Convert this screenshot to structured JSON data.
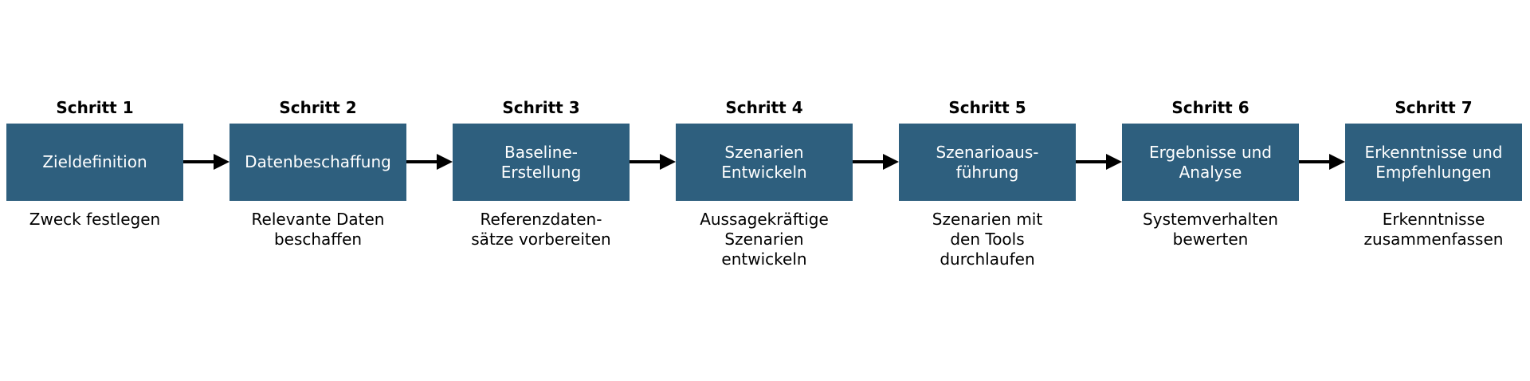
{
  "colors": {
    "box_fill": "#2e5f7e",
    "box_text": "#ffffff",
    "arrow": "#000000"
  },
  "steps": [
    {
      "title": "Schritt 1",
      "box": [
        "Zieldefinition",
        ""
      ],
      "desc": [
        "Zweck festlegen",
        "",
        ""
      ]
    },
    {
      "title": "Schritt 2",
      "box": [
        "Datenbeschaffung",
        ""
      ],
      "desc": [
        "Relevante Daten",
        "beschaffen",
        ""
      ]
    },
    {
      "title": "Schritt 3",
      "box": [
        "Baseline-",
        "Erstellung"
      ],
      "desc": [
        "Referenzdaten-",
        "sätze vorbereiten",
        ""
      ]
    },
    {
      "title": "Schritt 4",
      "box": [
        "Szenarien",
        "Entwickeln"
      ],
      "desc": [
        "Aussagekräftige",
        "Szenarien",
        "entwickeln"
      ]
    },
    {
      "title": "Schritt 5",
      "box": [
        "Szenarioaus-",
        "führung"
      ],
      "desc": [
        "Szenarien mit",
        "den Tools",
        "durchlaufen"
      ]
    },
    {
      "title": "Schritt 6",
      "box": [
        "Ergebnisse und",
        "Analyse"
      ],
      "desc": [
        "Systemverhalten",
        "bewerten",
        ""
      ]
    },
    {
      "title": "Schritt 7",
      "box": [
        "Erkenntnisse und",
        "Empfehlungen"
      ],
      "desc": [
        "Erkenntnisse",
        "zusammenfassen",
        ""
      ]
    }
  ]
}
